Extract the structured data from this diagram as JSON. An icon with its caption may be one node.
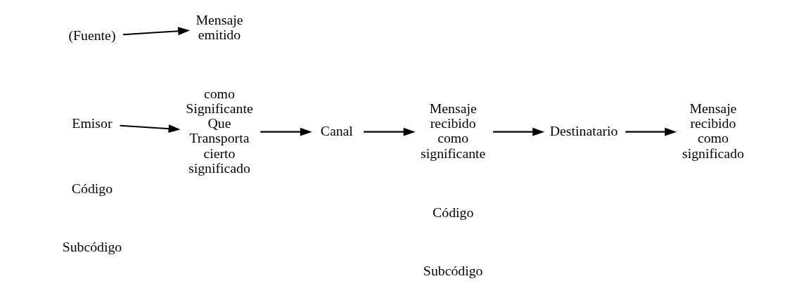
{
  "diagram": {
    "nodes": [
      {
        "text": [
          "(Fuente)"
        ]
      },
      {
        "text": [
          "Mensaje emitido"
        ]
      },
      {
        "text": [
          "Emisor"
        ]
      },
      {
        "text": [
          "como Significante Que Transporta cierto significado"
        ]
      },
      {
        "text": [
          "Canal"
        ]
      },
      {
        "text": [
          "Mensaje recibido como significante"
        ]
      },
      {
        "text": [
          "Destinatario"
        ]
      },
      {
        "text": [
          "Mensaje recibido como significado"
        ]
      }
    ],
    "edges": [
      {
        "from": 0,
        "to": 1,
        "arrow": "to"
      },
      {
        "from": 2,
        "to": 3,
        "arrow": "to"
      },
      {
        "from": 3,
        "to": 4,
        "arrow": "to"
      },
      {
        "from": 4,
        "to": 5,
        "arrow": "to"
      },
      {
        "from": 5,
        "to": 6,
        "arrow": "to"
      },
      {
        "from": 6,
        "to": 7,
        "arrow": "to"
      }
    ],
    "labels": [
      "Código",
      "Subcódigo",
      "Código",
      "Subcódigo"
    ]
  }
}
